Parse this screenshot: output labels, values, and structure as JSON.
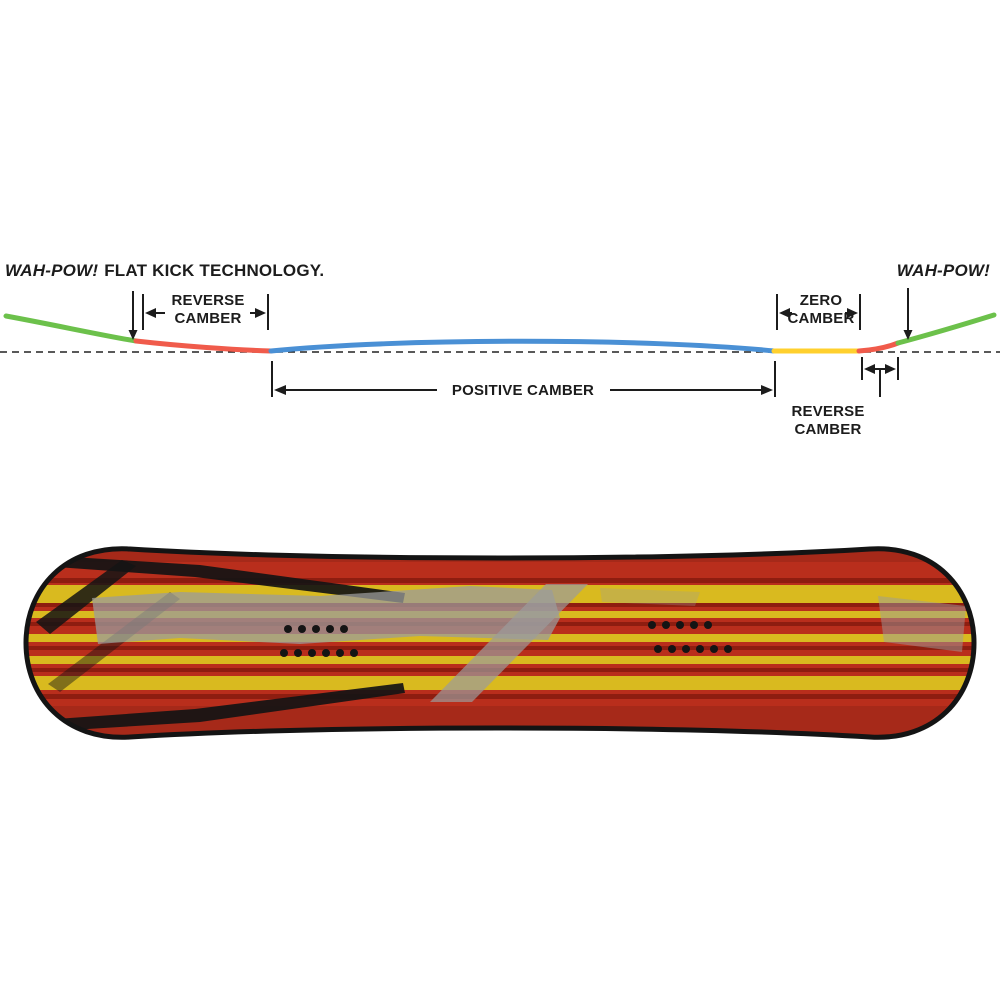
{
  "diagram": {
    "left_annotation": {
      "brand": "WAH-POW!",
      "text": "FLAT KICK TECHNOLOGY."
    },
    "right_annotation": {
      "brand": "WAH-POW!"
    },
    "labels": {
      "reverse_camber_left_line1": "REVERSE",
      "reverse_camber_left_line2": "CAMBER",
      "positive_camber": "POSITIVE CAMBER",
      "zero_camber_line1": "ZERO",
      "zero_camber_line2": "CAMBER",
      "reverse_camber_right_line1": "REVERSE",
      "reverse_camber_right_line2": "CAMBER"
    },
    "profile_segments": [
      {
        "name": "tip kick left",
        "color_key": "segment_green"
      },
      {
        "name": "reverse camber left",
        "color_key": "segment_red"
      },
      {
        "name": "positive camber",
        "color_key": "segment_blue"
      },
      {
        "name": "zero camber",
        "color_key": "segment_yellow"
      },
      {
        "name": "reverse camber right",
        "color_key": "segment_red"
      },
      {
        "name": "tail kick right",
        "color_key": "segment_green"
      }
    ]
  },
  "colors": {
    "segment_green": "#6cc14b",
    "segment_red": "#f05b4b",
    "segment_blue": "#4a90d5",
    "segment_yellow": "#ffd02e",
    "annotation_ink": "#1c1c1c",
    "board_red": "#b92e1c",
    "board_dark_red": "#8e1d10",
    "board_yellow": "#d9ba1f",
    "board_black": "#141414",
    "board_gray": "#9b9b9b"
  }
}
